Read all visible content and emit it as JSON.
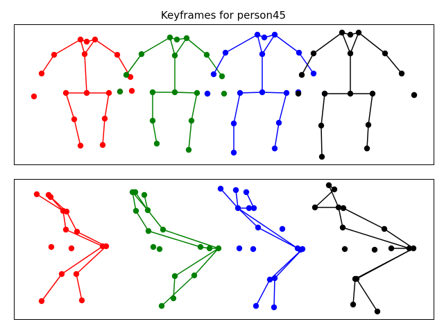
{
  "figure": {
    "title": "Keyframes for person45"
  },
  "chart_data": [
    {
      "type": "scatter",
      "panel": "top",
      "title": "Keyframes for person45",
      "xlim": [
        0,
        604
      ],
      "ylim": [
        0,
        202
      ],
      "axis_ticks": false,
      "grid": false,
      "legend": false,
      "series": [
        {
          "color": "#ff0000",
          "points": [
            [
              95,
              181
            ],
            [
              104,
              178
            ],
            [
              116,
              181
            ],
            [
              101,
              160
            ],
            [
              57,
              159
            ],
            [
              39,
              132
            ],
            [
              148,
              159
            ],
            [
              167,
              127
            ],
            [
              28,
              99
            ],
            [
              74,
              104
            ],
            [
              104,
              104
            ],
            [
              136,
              104
            ],
            [
              86,
              66
            ],
            [
              130,
              67
            ],
            [
              95,
              28
            ],
            [
              127,
              29
            ],
            [
              152,
              106
            ],
            [
              169,
              107
            ]
          ],
          "segments": [
            [
              0,
              1
            ],
            [
              1,
              2
            ],
            [
              0,
              3
            ],
            [
              2,
              3
            ],
            [
              0,
              4
            ],
            [
              4,
              5
            ],
            [
              2,
              6
            ],
            [
              6,
              7
            ],
            [
              3,
              10
            ],
            [
              10,
              9
            ],
            [
              10,
              11
            ],
            [
              9,
              12
            ],
            [
              12,
              14
            ],
            [
              11,
              13
            ],
            [
              13,
              15
            ]
          ]
        },
        {
          "color": "#008000",
          "points": [
            [
              224,
              184
            ],
            [
              234,
              181
            ],
            [
              248,
              183
            ],
            [
              231,
              158
            ],
            [
              183,
              160
            ],
            [
              161,
              130
            ],
            [
              277,
              159
            ],
            [
              299,
              128
            ],
            [
              152,
              106
            ],
            [
              199,
              105
            ],
            [
              231,
              105
            ],
            [
              263,
              104
            ],
            [
              199,
              64
            ],
            [
              255,
              64
            ],
            [
              205,
              31
            ],
            [
              251,
              22
            ],
            [
              278,
              103
            ],
            [
              302,
              103
            ]
          ],
          "segments": [
            [
              0,
              1
            ],
            [
              1,
              2
            ],
            [
              0,
              3
            ],
            [
              2,
              3
            ],
            [
              0,
              4
            ],
            [
              4,
              5
            ],
            [
              2,
              6
            ],
            [
              6,
              7
            ],
            [
              3,
              10
            ],
            [
              10,
              9
            ],
            [
              10,
              11
            ],
            [
              9,
              12
            ],
            [
              12,
              14
            ],
            [
              11,
              13
            ],
            [
              13,
              15
            ]
          ]
        },
        {
          "color": "#0000ff",
          "points": [
            [
              350,
              188
            ],
            [
              360,
              184
            ],
            [
              375,
              188
            ],
            [
              357,
              160
            ],
            [
              304,
              162
            ],
            [
              287,
              131
            ],
            [
              410,
              162
            ],
            [
              431,
              132
            ],
            [
              278,
              103
            ],
            [
              325,
              104
            ],
            [
              357,
              105
            ],
            [
              392,
              104
            ],
            [
              316,
              60
            ],
            [
              381,
              61
            ],
            [
              316,
              18
            ],
            [
              375,
              24
            ],
            [
              409,
              105
            ],
            [
              447,
              103
            ]
          ],
          "segments": [
            [
              0,
              1
            ],
            [
              1,
              2
            ],
            [
              0,
              3
            ],
            [
              2,
              3
            ],
            [
              0,
              4
            ],
            [
              4,
              5
            ],
            [
              2,
              6
            ],
            [
              6,
              7
            ],
            [
              3,
              10
            ],
            [
              10,
              9
            ],
            [
              10,
              11
            ],
            [
              9,
              12
            ],
            [
              12,
              14
            ],
            [
              11,
              13
            ],
            [
              13,
              15
            ]
          ]
        },
        {
          "color": "#000000",
          "points": [
            [
              472,
              191
            ],
            [
              484,
              188
            ],
            [
              496,
              191
            ],
            [
              484,
              161
            ],
            [
              431,
              161
            ],
            [
              414,
              130
            ],
            [
              534,
              161
            ],
            [
              558,
              132
            ],
            [
              409,
              103
            ],
            [
              447,
              103
            ],
            [
              484,
              103
            ],
            [
              516,
              103
            ],
            [
              442,
              57
            ],
            [
              510,
              58
            ],
            [
              443,
              12
            ],
            [
              508,
              24
            ],
            [
              576,
              101
            ],
            [
              576,
              101
            ]
          ],
          "segments": [
            [
              0,
              1
            ],
            [
              1,
              2
            ],
            [
              0,
              3
            ],
            [
              2,
              3
            ],
            [
              0,
              4
            ],
            [
              4,
              5
            ],
            [
              2,
              6
            ],
            [
              6,
              7
            ],
            [
              3,
              10
            ],
            [
              10,
              9
            ],
            [
              10,
              11
            ],
            [
              9,
              12
            ],
            [
              12,
              14
            ],
            [
              11,
              13
            ],
            [
              13,
              15
            ]
          ]
        }
      ]
    },
    {
      "type": "scatter",
      "panel": "bottom",
      "xlim": [
        0,
        604
      ],
      "ylim": [
        0,
        202
      ],
      "axis_ticks": false,
      "grid": false,
      "legend": false,
      "series": [
        {
          "color": "#ff0000",
          "points": [
            [
              32,
              181
            ],
            [
              49,
              180
            ],
            [
              52,
              177
            ],
            [
              70,
              157
            ],
            [
              75,
              156
            ],
            [
              74,
              130
            ],
            [
              90,
              127
            ],
            [
              127,
              106
            ],
            [
              132,
              106
            ],
            [
              68,
              66
            ],
            [
              89,
              66
            ],
            [
              39,
              27
            ],
            [
              97,
              28
            ],
            [
              53,
              105
            ],
            [
              82,
              103
            ]
          ],
          "segments": [
            [
              0,
              3
            ],
            [
              1,
              3
            ],
            [
              2,
              4
            ],
            [
              3,
              4
            ],
            [
              3,
              5
            ],
            [
              4,
              6
            ],
            [
              5,
              7
            ],
            [
              6,
              8
            ],
            [
              7,
              9
            ],
            [
              8,
              10
            ],
            [
              9,
              11
            ],
            [
              10,
              12
            ],
            [
              7,
              8
            ]
          ]
        },
        {
          "color": "#008000",
          "points": [
            [
              170,
              184
            ],
            [
              174,
              184
            ],
            [
              187,
              180
            ],
            [
              175,
              157
            ],
            [
              192,
              158
            ],
            [
              193,
              128
            ],
            [
              214,
              130
            ],
            [
              268,
              105
            ],
            [
              281,
              103
            ],
            [
              294,
              103
            ],
            [
              231,
              63
            ],
            [
              259,
              64
            ],
            [
              212,
              20
            ],
            [
              229,
              31
            ],
            [
              200,
              105
            ],
            [
              209,
              102
            ]
          ],
          "segments": [
            [
              0,
              3
            ],
            [
              1,
              4
            ],
            [
              2,
              4
            ],
            [
              0,
              4
            ],
            [
              3,
              5
            ],
            [
              4,
              6
            ],
            [
              5,
              7
            ],
            [
              6,
              9
            ],
            [
              7,
              8
            ],
            [
              8,
              9
            ],
            [
              9,
              10
            ],
            [
              10,
              13
            ],
            [
              9,
              11
            ],
            [
              11,
              12
            ]
          ]
        },
        {
          "color": "#0000ff",
          "points": [
            [
              297,
              189
            ],
            [
              319,
              187
            ],
            [
              334,
              184
            ],
            [
              322,
              161
            ],
            [
              338,
              161
            ],
            [
              345,
              161
            ],
            [
              351,
              133
            ],
            [
              386,
              131
            ],
            [
              408,
              103
            ],
            [
              412,
              101
            ],
            [
              415,
              102
            ],
            [
              368,
              58
            ],
            [
              375,
              60
            ],
            [
              348,
              20
            ],
            [
              374,
              18
            ],
            [
              324,
              103
            ],
            [
              344,
              102
            ]
          ],
          "segments": [
            [
              0,
              3
            ],
            [
              1,
              3
            ],
            [
              2,
              5
            ],
            [
              3,
              4
            ],
            [
              4,
              5
            ],
            [
              3,
              6
            ],
            [
              6,
              9
            ],
            [
              3,
              8
            ],
            [
              8,
              9
            ],
            [
              9,
              10
            ],
            [
              10,
              11
            ],
            [
              11,
              13
            ],
            [
              10,
              12
            ],
            [
              12,
              14
            ]
          ]
        },
        {
          "color": "#000000",
          "points": [
            [
              453,
              194
            ],
            [
              461,
              188
            ],
            [
              433,
              162
            ],
            [
              467,
              162
            ],
            [
              474,
              161
            ],
            [
              473,
              133
            ],
            [
              533,
              131
            ],
            [
              543,
              103
            ],
            [
              569,
              103
            ],
            [
              575,
              103
            ],
            [
              491,
              59
            ],
            [
              493,
              59
            ],
            [
              488,
              22
            ],
            [
              523,
              12
            ],
            [
              476,
              102
            ],
            [
              519,
              101
            ]
          ],
          "segments": [
            [
              0,
              1
            ],
            [
              1,
              2
            ],
            [
              0,
              3
            ],
            [
              2,
              3
            ],
            [
              3,
              4
            ],
            [
              3,
              5
            ],
            [
              4,
              6
            ],
            [
              5,
              8
            ],
            [
              6,
              9
            ],
            [
              8,
              9
            ],
            [
              9,
              10
            ],
            [
              10,
              12
            ],
            [
              9,
              11
            ],
            [
              11,
              13
            ],
            [
              8,
              7
            ]
          ]
        }
      ]
    }
  ]
}
